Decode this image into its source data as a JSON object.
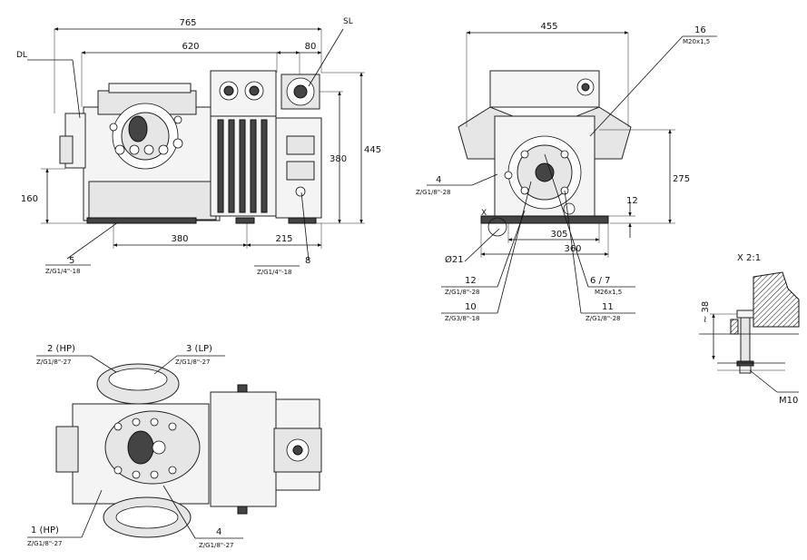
{
  "side_view": {
    "dims": {
      "overall_length": "765",
      "mount_length": "620",
      "sl_width": "80",
      "height": "445",
      "height_to_sl": "380",
      "dl_height": "160",
      "foot_spacing": "380",
      "foot_offset": "215"
    },
    "labels": {
      "dl": "DL",
      "sl": "SL"
    },
    "callouts": [
      {
        "num": "5",
        "spec": "Z/G1/4\"-18"
      },
      {
        "num": "8",
        "spec": "Z/G1/4\"-18"
      }
    ]
  },
  "front_view": {
    "dims": {
      "width": "455",
      "height": "275",
      "foot_thickness": "12",
      "hole_spacing": "305",
      "base_width": "360",
      "hole_dia": "Ø21"
    },
    "section_mark": "X",
    "callouts": [
      {
        "num": "16",
        "spec": "M20x1,5"
      },
      {
        "num": "4",
        "spec": "Z/G1/8\"-28"
      },
      {
        "num": "12",
        "spec": "Z/G1/8\"-28"
      },
      {
        "num": "10",
        "spec": "Z/G3/8\"-18"
      },
      {
        "num": "6 / 7",
        "spec": "M26x1,5"
      },
      {
        "num": "11",
        "spec": "Z/G1/8\"-28"
      }
    ]
  },
  "top_view": {
    "callouts": [
      {
        "num": "2 (HP)",
        "spec": "Z/G1/8\"-27"
      },
      {
        "num": "3 (LP)",
        "spec": "Z/G1/8\"-27"
      },
      {
        "num": "1 (HP)",
        "spec": "Z/G1/8\"-27"
      },
      {
        "num": "4",
        "spec": "Z/G1/8\"-27"
      }
    ]
  },
  "detail": {
    "title": "X 2:1",
    "height": "~ 38",
    "bolt": "M10"
  }
}
